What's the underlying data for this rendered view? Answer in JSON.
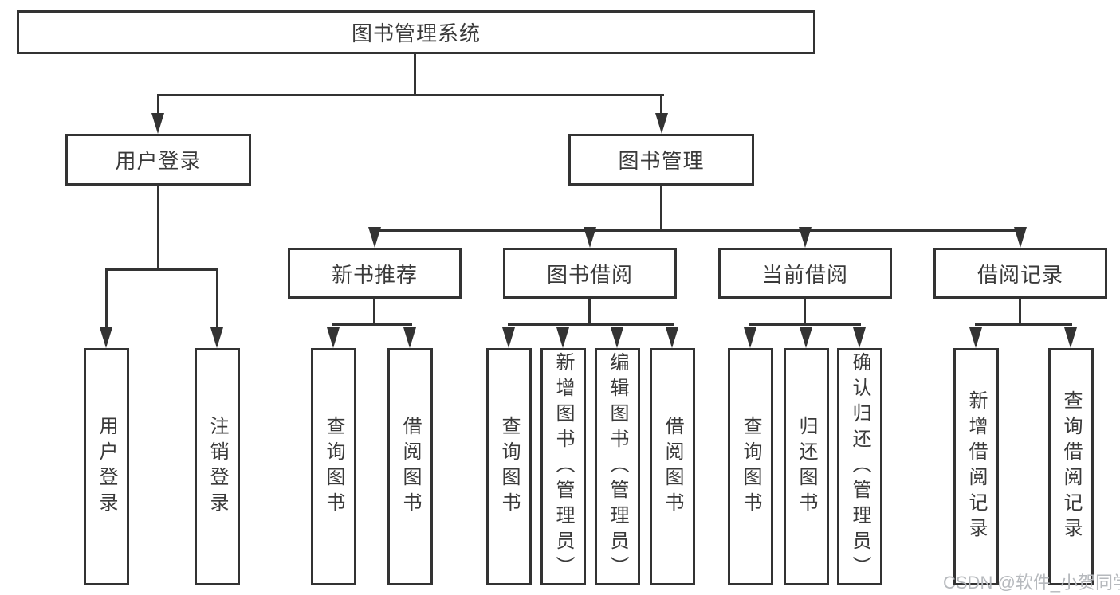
{
  "page": {
    "background": "#ffffff",
    "line_color": "#333333",
    "text_color": "#3a3a3a"
  },
  "tree": {
    "root": {
      "label": "图书管理系统"
    },
    "children": [
      {
        "label": "用户登录",
        "children": [
          {
            "label": "用户登录"
          },
          {
            "label": "注销登录"
          }
        ]
      },
      {
        "label": "图书管理",
        "children": [
          {
            "label": "新书推荐",
            "children": [
              {
                "label": "查询图书"
              },
              {
                "label": "借阅图书"
              }
            ]
          },
          {
            "label": "图书借阅",
            "children": [
              {
                "label": "查询图书"
              },
              {
                "label": "新增图书（管理员）"
              },
              {
                "label": "编辑图书（管理员）"
              },
              {
                "label": "借阅图书"
              }
            ]
          },
          {
            "label": "当前借阅",
            "children": [
              {
                "label": "查询图书"
              },
              {
                "label": "归还图书"
              },
              {
                "label": "确认归还（管理员）"
              }
            ]
          },
          {
            "label": "借阅记录",
            "children": [
              {
                "label": "新增借阅记录"
              },
              {
                "label": "查询借阅记录"
              }
            ]
          }
        ]
      }
    ]
  },
  "watermark": {
    "text": "CSDN @软件_小贺同学",
    "color": "#b6b9bd"
  }
}
